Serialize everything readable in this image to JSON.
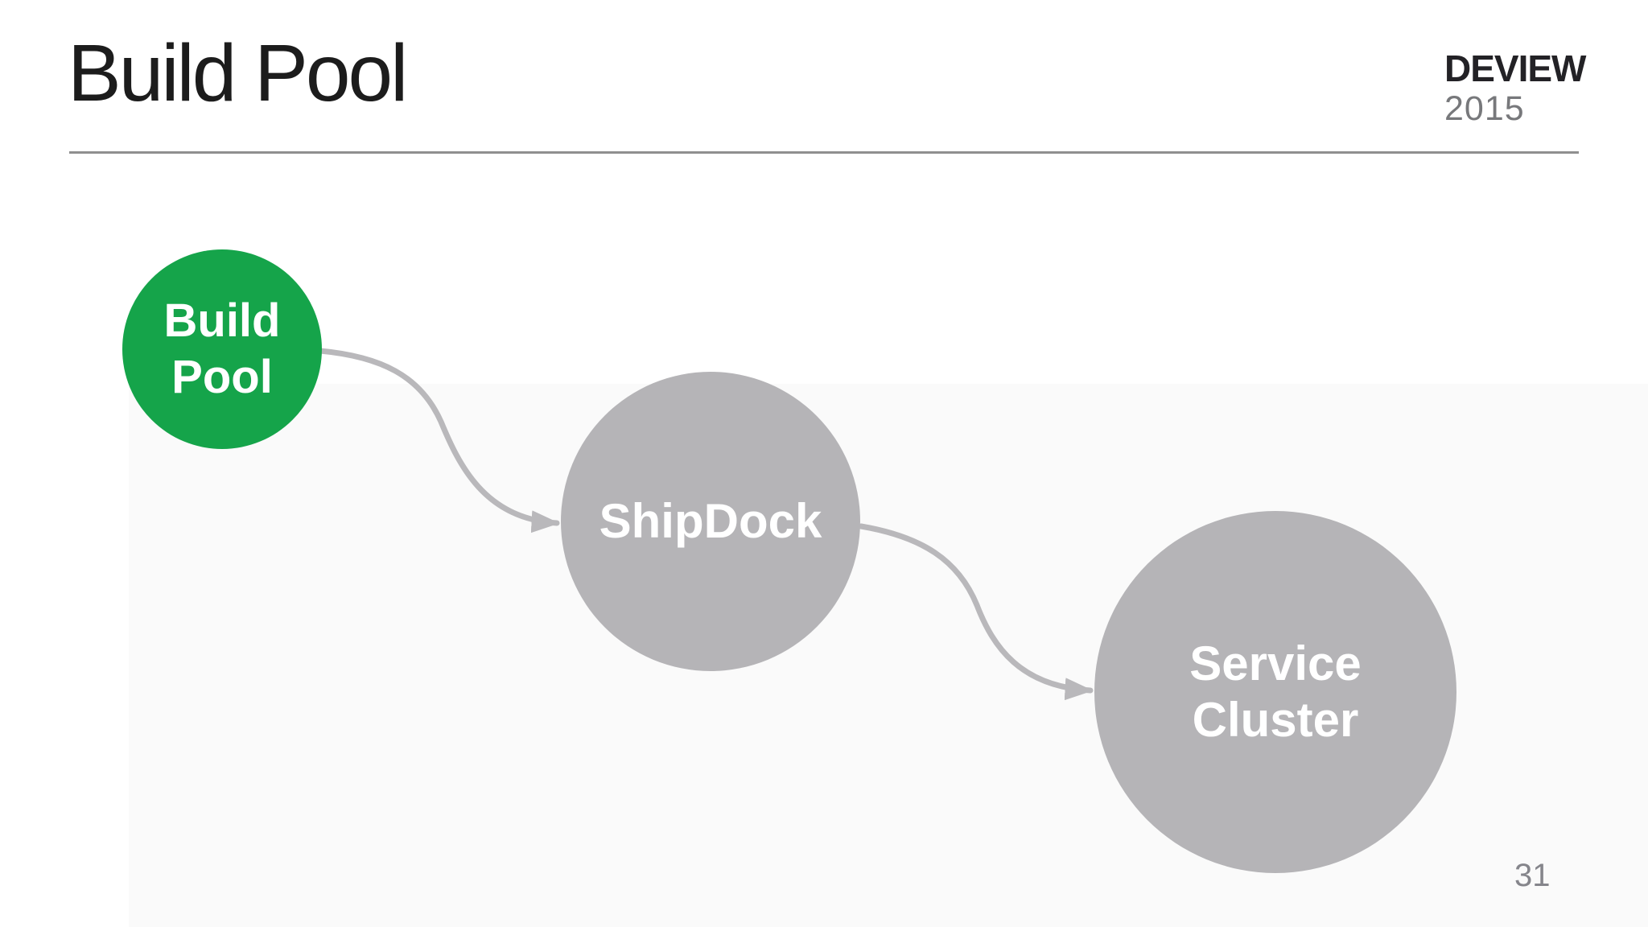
{
  "header": {
    "title": "Build Pool",
    "brand_line1": "DEVIEW",
    "brand_line2": "2015"
  },
  "diagram": {
    "nodes": [
      {
        "id": "build-pool",
        "label": "Build Pool",
        "label_lines": [
          "Build",
          "Pool"
        ],
        "fill": "#15a44a",
        "text_color": "#ffffff",
        "highlighted": true
      },
      {
        "id": "shipdock",
        "label": "ShipDock",
        "label_lines": [
          "ShipDock"
        ],
        "fill": "#b5b4b7",
        "text_color": "#ffffff",
        "highlighted": false
      },
      {
        "id": "service-cluster",
        "label": "Service Cluster",
        "label_lines": [
          "Service",
          "Cluster"
        ],
        "fill": "#b5b4b7",
        "text_color": "#ffffff",
        "highlighted": false
      }
    ],
    "edges": [
      {
        "from": "build-pool",
        "to": "shipdock",
        "style": "s-curve-arrow",
        "color": "#b9b8bb"
      },
      {
        "from": "shipdock",
        "to": "service-cluster",
        "style": "s-curve-arrow",
        "color": "#b9b8bb"
      }
    ]
  },
  "footer": {
    "page_number": "31"
  },
  "colors": {
    "accent_green": "#15a44a",
    "node_gray": "#b5b4b7",
    "arrow_gray": "#b9b8bb",
    "divider_gray": "#8f8f8f",
    "title_black": "#1c1c1c",
    "brand_black": "#232226",
    "brand_year_gray": "#77787b",
    "page_number_gray": "#85858b",
    "background": "#ffffff",
    "background_tint": "#fafafa"
  }
}
